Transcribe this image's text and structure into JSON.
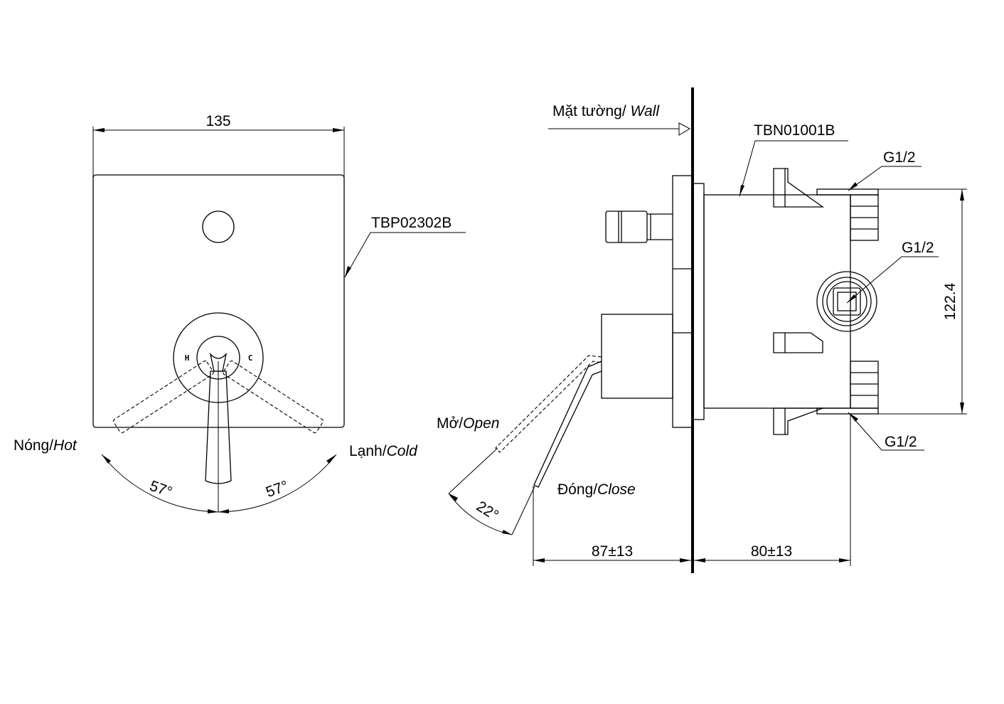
{
  "front_view": {
    "width_dim": "135",
    "cover_plate_code": "TBP02302B",
    "hot_label_vn": "Nóng/",
    "hot_label_en": "Hot",
    "cold_label_vn": "Lạnh/",
    "cold_label_en": "Cold",
    "hot_marker": "H",
    "cold_marker": "C",
    "hot_angle": "57°",
    "cold_angle": "57°"
  },
  "side_view": {
    "wall_label_vn": "Mặt tường/ ",
    "wall_label_en": "Wall",
    "valve_body_code": "TBN01001B",
    "inlet_top": "G1/2",
    "inlet_middle": "G1/2",
    "inlet_bottom": "G1/2",
    "height_dim": "122.4",
    "open_label_vn": "Mở/",
    "open_label_en": "Open",
    "close_label_vn": "Đóng/",
    "close_label_en": "Close",
    "open_angle": "22°",
    "front_depth_dim": "87±13",
    "rear_depth_dim": "80±13"
  }
}
